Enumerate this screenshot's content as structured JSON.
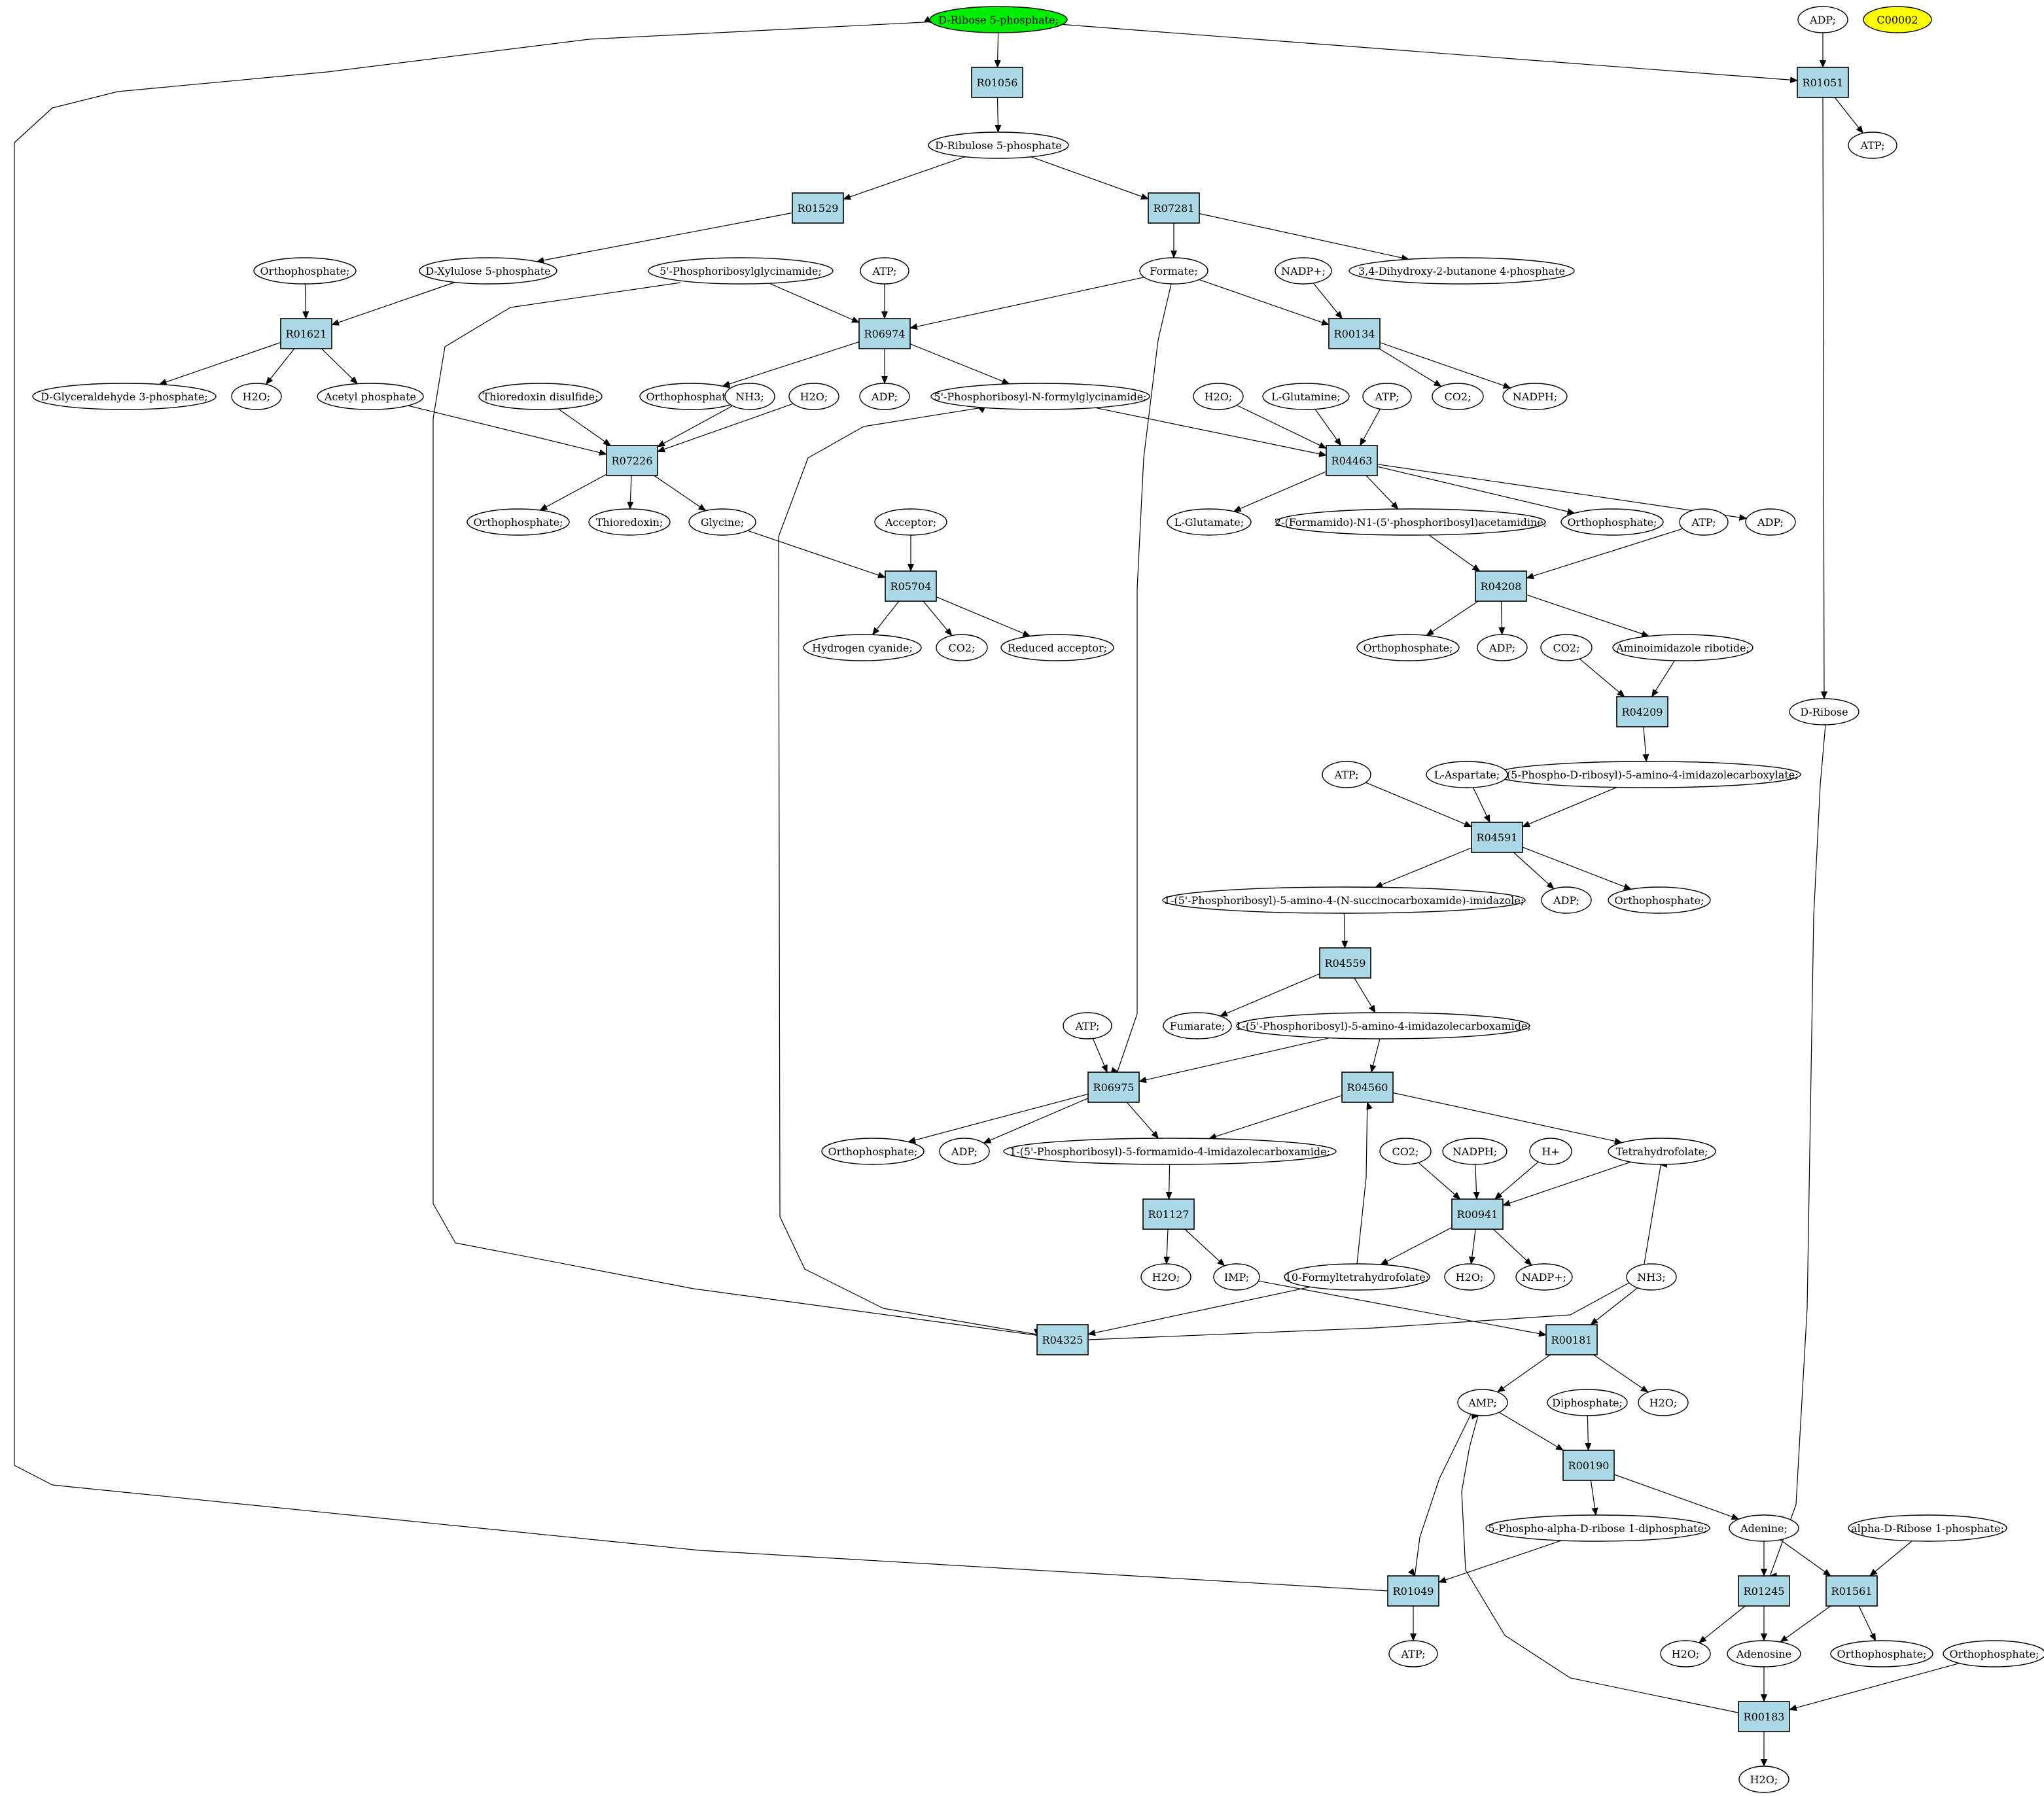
{
  "reactions": [
    {
      "id": "R01056",
      "label": "R01056"
    },
    {
      "id": "R01051",
      "label": "R01051"
    },
    {
      "id": "R01529",
      "label": "R01529"
    },
    {
      "id": "R07281",
      "label": "R07281"
    },
    {
      "id": "R01621",
      "label": "R01621"
    },
    {
      "id": "R06974",
      "label": "R06974"
    },
    {
      "id": "R00134",
      "label": "R00134"
    },
    {
      "id": "R07226",
      "label": "R07226"
    },
    {
      "id": "R04463",
      "label": "R04463"
    },
    {
      "id": "R05704",
      "label": "R05704"
    },
    {
      "id": "R04208",
      "label": "R04208"
    },
    {
      "id": "R04209",
      "label": "R04209"
    },
    {
      "id": "R04591",
      "label": "R04591"
    },
    {
      "id": "R04559",
      "label": "R04559"
    },
    {
      "id": "R06975",
      "label": "R06975"
    },
    {
      "id": "R04560",
      "label": "R04560"
    },
    {
      "id": "R01127",
      "label": "R01127"
    },
    {
      "id": "R00941",
      "label": "R00941"
    },
    {
      "id": "R04325",
      "label": "R04325"
    },
    {
      "id": "R00181",
      "label": "R00181"
    },
    {
      "id": "R00190",
      "label": "R00190"
    },
    {
      "id": "R01049",
      "label": "R01049"
    },
    {
      "id": "R01245",
      "label": "R01245"
    },
    {
      "id": "R01561",
      "label": "R01561"
    },
    {
      "id": "R00183",
      "label": "R00183"
    }
  ],
  "compounds": [
    {
      "id": "c_dr5p",
      "label": "D-Ribose 5-phosphate;",
      "style": "green"
    },
    {
      "id": "c_adp_top",
      "label": "ADP;"
    },
    {
      "id": "c_c00002",
      "label": "C00002",
      "style": "yellow"
    },
    {
      "id": "c_atp_r01051",
      "label": "ATP;"
    },
    {
      "id": "c_dribulose",
      "label": "D-Ribulose 5-phosphate"
    },
    {
      "id": "c_orthop_1",
      "label": "Orthophosphate;"
    },
    {
      "id": "c_dxylulose",
      "label": "D-Xylulose 5-phosphate"
    },
    {
      "id": "c_prglyam",
      "label": "5'-Phosphoribosylglycinamide;"
    },
    {
      "id": "c_atp_r06974",
      "label": "ATP;"
    },
    {
      "id": "c_formate",
      "label": "Formate;"
    },
    {
      "id": "c_nadp_1",
      "label": "NADP+;"
    },
    {
      "id": "c_dhbp",
      "label": "3,4-Dihydroxy-2-butanone 4-phosphate"
    },
    {
      "id": "c_g3p",
      "label": "D-Glyceraldehyde 3-phosphate;"
    },
    {
      "id": "c_h2o_1",
      "label": "H2O;"
    },
    {
      "id": "c_acetylp",
      "label": "Acetyl phosphate"
    },
    {
      "id": "c_thiodis",
      "label": "Thioredoxin disulfide;"
    },
    {
      "id": "c_orthop_2",
      "label": "Orthophosphate;"
    },
    {
      "id": "c_nh3_1",
      "label": "NH3;"
    },
    {
      "id": "c_h2o_2",
      "label": "H2O;"
    },
    {
      "id": "c_adp_1",
      "label": "ADP;"
    },
    {
      "id": "c_fgar",
      "label": "5'-Phosphoribosyl-N-formylglycinamide;"
    },
    {
      "id": "c_h2o_3",
      "label": "H2O;"
    },
    {
      "id": "c_lgln",
      "label": "L-Glutamine;"
    },
    {
      "id": "c_atp_r04463",
      "label": "ATP;"
    },
    {
      "id": "c_co2_1",
      "label": "CO2;"
    },
    {
      "id": "c_nadph_1",
      "label": "NADPH;"
    },
    {
      "id": "c_orthop_3",
      "label": "Orthophosphate;"
    },
    {
      "id": "c_thioredoxin",
      "label": "Thioredoxin;"
    },
    {
      "id": "c_glycine",
      "label": "Glycine;"
    },
    {
      "id": "c_acceptor",
      "label": "Acceptor;"
    },
    {
      "id": "c_lglu",
      "label": "L-Glutamate;"
    },
    {
      "id": "c_fgam",
      "label": "2-(Formamido)-N1-(5'-phosphoribosyl)acetamidine;"
    },
    {
      "id": "c_orthop_4",
      "label": "Orthophosphate;"
    },
    {
      "id": "c_atp_r04208",
      "label": "ATP;"
    },
    {
      "id": "c_adp_2",
      "label": "ADP;"
    },
    {
      "id": "c_hcn",
      "label": "Hydrogen cyanide;"
    },
    {
      "id": "c_co2_2",
      "label": "CO2;"
    },
    {
      "id": "c_redacc",
      "label": "Reduced acceptor;"
    },
    {
      "id": "c_orthop_5",
      "label": "Orthophosphate;"
    },
    {
      "id": "c_adp_3",
      "label": "ADP;"
    },
    {
      "id": "c_co2_3",
      "label": "CO2;"
    },
    {
      "id": "c_air",
      "label": "Aminoimidazole ribotide;"
    },
    {
      "id": "c_dribose",
      "label": "D-Ribose"
    },
    {
      "id": "c_cair",
      "label": "1-(5-Phospho-D-ribosyl)-5-amino-4-imidazolecarboxylate;"
    },
    {
      "id": "c_atp_r04591",
      "label": "ATP;"
    },
    {
      "id": "c_lasp",
      "label": "L-Aspartate;"
    },
    {
      "id": "c_saicar",
      "label": "1-(5'-Phosphoribosyl)-5-amino-4-(N-succinocarboxamide)-imidazole;"
    },
    {
      "id": "c_adp_4",
      "label": "ADP;"
    },
    {
      "id": "c_orthop_6",
      "label": "Orthophosphate;"
    },
    {
      "id": "c_fumarate",
      "label": "Fumarate;"
    },
    {
      "id": "c_aicar",
      "label": "1-(5'-Phosphoribosyl)-5-amino-4-imidazolecarboxamide;"
    },
    {
      "id": "c_atp_r06975",
      "label": "ATP;"
    },
    {
      "id": "c_orthop_7",
      "label": "Orthophosphate;"
    },
    {
      "id": "c_adp_5",
      "label": "ADP;"
    },
    {
      "id": "c_faicar",
      "label": "1-(5'-Phosphoribosyl)-5-formamido-4-imidazolecarboxamide;"
    },
    {
      "id": "c_co2_4",
      "label": "CO2;"
    },
    {
      "id": "c_nadph_2",
      "label": "NADPH;"
    },
    {
      "id": "c_hplus",
      "label": "H+"
    },
    {
      "id": "c_thf",
      "label": "Tetrahydrofolate;"
    },
    {
      "id": "c_h2o_4",
      "label": "H2O;"
    },
    {
      "id": "c_imp",
      "label": "IMP;"
    },
    {
      "id": "c_10fthf",
      "label": "10-Formyltetrahydrofolate;"
    },
    {
      "id": "c_h2o_5",
      "label": "H2O;"
    },
    {
      "id": "c_nadp_2",
      "label": "NADP+;"
    },
    {
      "id": "c_nh3_2",
      "label": "NH3;"
    },
    {
      "id": "c_amp",
      "label": "AMP;"
    },
    {
      "id": "c_diphos",
      "label": "Diphosphate;"
    },
    {
      "id": "c_h2o_6",
      "label": "H2O;"
    },
    {
      "id": "c_prpp",
      "label": "5-Phospho-alpha-D-ribose 1-diphosphate;"
    },
    {
      "id": "c_adenine",
      "label": "Adenine;"
    },
    {
      "id": "c_adr1p",
      "label": "alpha-D-Ribose 1-phosphate;"
    },
    {
      "id": "c_atp_r01049",
      "label": "ATP;"
    },
    {
      "id": "c_h2o_7",
      "label": "H2O;"
    },
    {
      "id": "c_adenosine",
      "label": "Adenosine"
    },
    {
      "id": "c_orthop_8",
      "label": "Orthophosphate;"
    },
    {
      "id": "c_orthop_9",
      "label": "Orthophosphate;"
    },
    {
      "id": "c_h2o_8",
      "label": "H2O;"
    }
  ],
  "edges": [
    [
      "c_dr5p",
      "R01056"
    ],
    [
      "R01056",
      "c_dribulose"
    ],
    [
      "c_dr5p",
      "R01051"
    ],
    [
      "c_adp_top",
      "R01051"
    ],
    [
      "R01051",
      "c_atp_r01051"
    ],
    [
      "R01051",
      "c_dribose"
    ],
    [
      "c_dribulose",
      "R01529"
    ],
    [
      "c_dribulose",
      "R07281"
    ],
    [
      "R01529",
      "c_dxylulose"
    ],
    [
      "R07281",
      "c_formate"
    ],
    [
      "R07281",
      "c_dhbp"
    ],
    [
      "c_orthop_1",
      "R01621"
    ],
    [
      "c_dxylulose",
      "R01621"
    ],
    [
      "R01621",
      "c_g3p"
    ],
    [
      "R01621",
      "c_h2o_1"
    ],
    [
      "R01621",
      "c_acetylp"
    ],
    [
      "c_prglyam",
      "R06974"
    ],
    [
      "c_atp_r06974",
      "R06974"
    ],
    [
      "c_formate",
      "R06974"
    ],
    [
      "R06974",
      "c_orthop_2"
    ],
    [
      "R06974",
      "c_adp_1"
    ],
    [
      "R06974",
      "c_fgar"
    ],
    [
      "c_formate",
      "R00134"
    ],
    [
      "c_nadp_1",
      "R00134"
    ],
    [
      "R00134",
      "c_co2_1"
    ],
    [
      "R00134",
      "c_nadph_1"
    ],
    [
      "c_acetylp",
      "R07226"
    ],
    [
      "c_thiodis",
      "R07226"
    ],
    [
      "c_nh3_1",
      "R07226"
    ],
    [
      "c_h2o_2",
      "R07226"
    ],
    [
      "R07226",
      "c_orthop_3"
    ],
    [
      "R07226",
      "c_thioredoxin"
    ],
    [
      "R07226",
      "c_glycine"
    ],
    [
      "c_fgar",
      "R04463"
    ],
    [
      "c_h2o_3",
      "R04463"
    ],
    [
      "c_lgln",
      "R04463"
    ],
    [
      "c_atp_r04463",
      "R04463"
    ],
    [
      "R04463",
      "c_lglu"
    ],
    [
      "R04463",
      "c_fgam"
    ],
    [
      "R04463",
      "c_orthop_4"
    ],
    [
      "R04463",
      "c_adp_2"
    ],
    [
      "c_glycine",
      "R05704"
    ],
    [
      "c_acceptor",
      "R05704"
    ],
    [
      "R05704",
      "c_hcn"
    ],
    [
      "R05704",
      "c_co2_2"
    ],
    [
      "R05704",
      "c_redacc"
    ],
    [
      "c_fgam",
      "R04208"
    ],
    [
      "c_atp_r04208",
      "R04208"
    ],
    [
      "R04208",
      "c_orthop_5"
    ],
    [
      "R04208",
      "c_adp_3"
    ],
    [
      "R04208",
      "c_air"
    ],
    [
      "c_co2_3",
      "R04209"
    ],
    [
      "c_air",
      "R04209"
    ],
    [
      "R04209",
      "c_cair"
    ],
    [
      "c_atp_r04591",
      "R04591"
    ],
    [
      "c_lasp",
      "R04591"
    ],
    [
      "c_cair",
      "R04591"
    ],
    [
      "R04591",
      "c_saicar"
    ],
    [
      "R04591",
      "c_adp_4"
    ],
    [
      "R04591",
      "c_orthop_6"
    ],
    [
      "c_saicar",
      "R04559"
    ],
    [
      "R04559",
      "c_fumarate"
    ],
    [
      "R04559",
      "c_aicar"
    ],
    [
      "c_formate",
      "R06975"
    ],
    [
      "c_atp_r06975",
      "R06975"
    ],
    [
      "c_aicar",
      "R06975"
    ],
    [
      "R06975",
      "c_orthop_7"
    ],
    [
      "R06975",
      "c_adp_5"
    ],
    [
      "R06975",
      "c_faicar"
    ],
    [
      "c_aicar",
      "R04560"
    ],
    [
      "c_10fthf",
      "R04560"
    ],
    [
      "R04560",
      "c_faicar"
    ],
    [
      "R04560",
      "c_thf"
    ],
    [
      "c_faicar",
      "R01127"
    ],
    [
      "R01127",
      "c_h2o_4"
    ],
    [
      "R01127",
      "c_imp"
    ],
    [
      "c_co2_4",
      "R00941"
    ],
    [
      "c_nadph_2",
      "R00941"
    ],
    [
      "c_hplus",
      "R00941"
    ],
    [
      "c_thf",
      "R00941"
    ],
    [
      "R00941",
      "c_10fthf"
    ],
    [
      "R00941",
      "c_h2o_5"
    ],
    [
      "R00941",
      "c_nadp_2"
    ],
    [
      "c_prglyam",
      "R04325"
    ],
    [
      "c_10fthf",
      "R04325"
    ],
    [
      "R04325",
      "c_fgar"
    ],
    [
      "R04325",
      "c_thf"
    ],
    [
      "c_imp",
      "R00181"
    ],
    [
      "c_nh3_2",
      "R00181"
    ],
    [
      "R00181",
      "c_amp"
    ],
    [
      "R00181",
      "c_h2o_6"
    ],
    [
      "c_amp",
      "R00190"
    ],
    [
      "c_diphos",
      "R00190"
    ],
    [
      "R00190",
      "c_prpp"
    ],
    [
      "R00190",
      "c_adenine"
    ],
    [
      "c_amp",
      "R01049"
    ],
    [
      "c_prpp",
      "R01049"
    ],
    [
      "R01049",
      "c_atp_r01049"
    ],
    [
      "R01049",
      "c_dr5p"
    ],
    [
      "c_adenine",
      "R01245"
    ],
    [
      "c_dribose",
      "R01245"
    ],
    [
      "R01245",
      "c_h2o_7"
    ],
    [
      "R01245",
      "c_adenosine"
    ],
    [
      "c_adenine",
      "R01561"
    ],
    [
      "c_adr1p",
      "R01561"
    ],
    [
      "R01561",
      "c_adenosine"
    ],
    [
      "R01561",
      "c_orthop_8"
    ],
    [
      "c_adenosine",
      "R00183"
    ],
    [
      "c_orthop_9",
      "R00183"
    ],
    [
      "R00183",
      "c_amp"
    ],
    [
      "R00183",
      "c_h2o_8"
    ]
  ]
}
